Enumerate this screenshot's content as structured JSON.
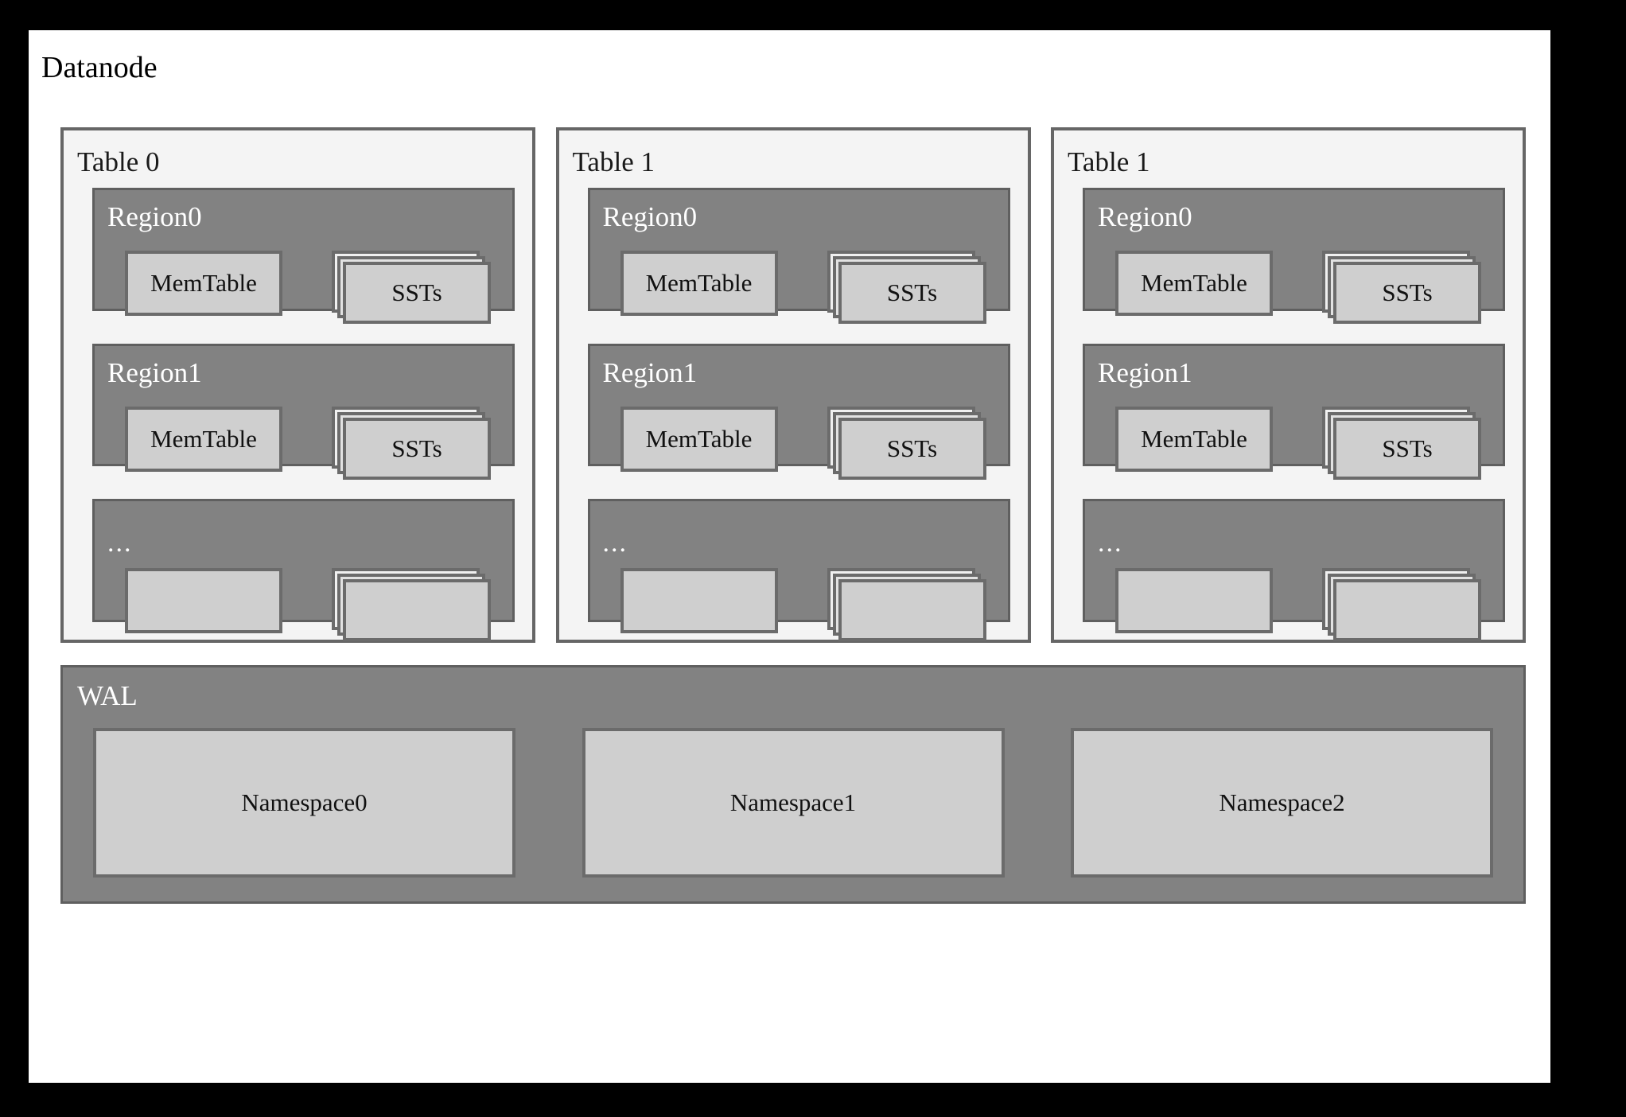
{
  "diagram": {
    "title": "Datanode",
    "colors": {
      "page_background": "#000000",
      "canvas": "#ffffff",
      "table_panel_fill": "#f4f4f4",
      "table_panel_border": "#666666",
      "region_fill": "#828282",
      "region_border": "#5f5f5f",
      "box_fill": "#cfcfcf",
      "box_border": "#6b6b6b",
      "label_dark": "#111111",
      "label_light": "#ffffff"
    }
  },
  "tables": [
    {
      "label": "Table 0",
      "regions": [
        {
          "label": "Region0",
          "is_ellipsis": false,
          "memtable_label": "MemTable",
          "sst_label": "SSTs"
        },
        {
          "label": "Region1",
          "is_ellipsis": false,
          "memtable_label": "MemTable",
          "sst_label": "SSTs"
        },
        {
          "label": "...",
          "is_ellipsis": true,
          "memtable_label": "",
          "sst_label": ""
        }
      ]
    },
    {
      "label": "Table 1",
      "regions": [
        {
          "label": "Region0",
          "is_ellipsis": false,
          "memtable_label": "MemTable",
          "sst_label": "SSTs"
        },
        {
          "label": "Region1",
          "is_ellipsis": false,
          "memtable_label": "MemTable",
          "sst_label": "SSTs"
        },
        {
          "label": "...",
          "is_ellipsis": true,
          "memtable_label": "",
          "sst_label": ""
        }
      ]
    },
    {
      "label": "Table 1",
      "regions": [
        {
          "label": "Region0",
          "is_ellipsis": false,
          "memtable_label": "MemTable",
          "sst_label": "SSTs"
        },
        {
          "label": "Region1",
          "is_ellipsis": false,
          "memtable_label": "MemTable",
          "sst_label": "SSTs"
        },
        {
          "label": "...",
          "is_ellipsis": true,
          "memtable_label": "",
          "sst_label": ""
        }
      ]
    }
  ],
  "wal": {
    "label": "WAL",
    "namespaces": [
      {
        "label": "Namespace0"
      },
      {
        "label": "Namespace1"
      },
      {
        "label": "Namespace2"
      }
    ]
  }
}
